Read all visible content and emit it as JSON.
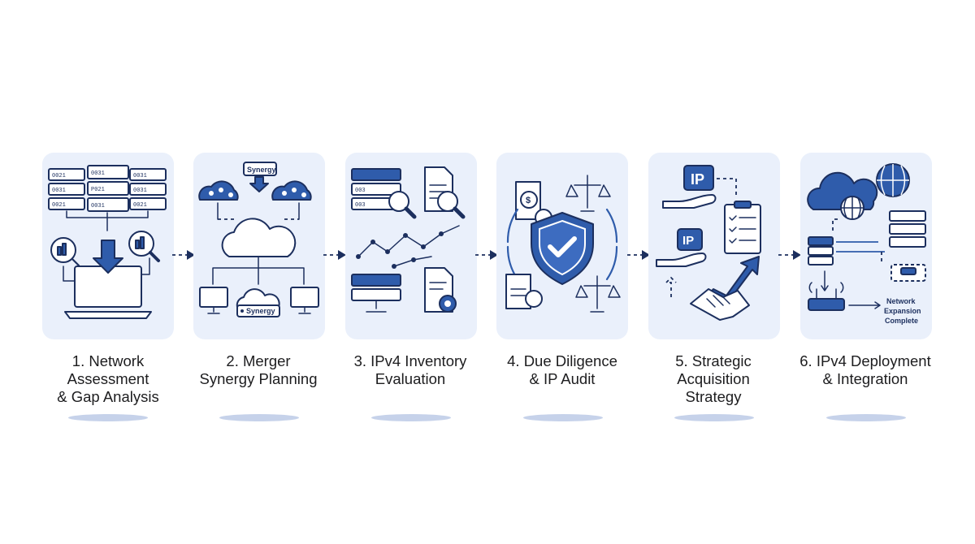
{
  "steps": [
    {
      "label": "1. Network\nAssessment\n& Gap Analysis",
      "icon": "network-assessment-icon"
    },
    {
      "label": "2. Merger\nSynergy Planning",
      "icon": "synergy-cloud-icon"
    },
    {
      "label": "3. IPv4 Inventory\nEvaluation",
      "icon": "ipv4-inventory-icon"
    },
    {
      "label": "4. Due Diligence\n& IP Audit",
      "icon": "shield-audit-icon"
    },
    {
      "label": "5. Strategic\nAcquisition\nStrategy",
      "icon": "acquisition-strategy-icon"
    },
    {
      "label": "6. IPv4 Deployment\n& Integration",
      "icon": "deployment-integration-icon"
    }
  ],
  "illustration_text": {
    "rack_codes": [
      "0021",
      "0031",
      "0021",
      "0031",
      "0031",
      "0021"
    ],
    "rack_codes_top": [
      "0031",
      "P021",
      "0031"
    ],
    "synergy_tag": "Synergy",
    "synergy_banner": "Synergy",
    "ipv4_codes": [
      "003",
      "003"
    ],
    "ip_badge": "IP",
    "currency": "$",
    "network_expansion": "Network\nExpansion\nComplete"
  },
  "colors": {
    "accent": "#2f5cab",
    "ink": "#1c2f5e",
    "card_bg": "#eaf0fb"
  }
}
